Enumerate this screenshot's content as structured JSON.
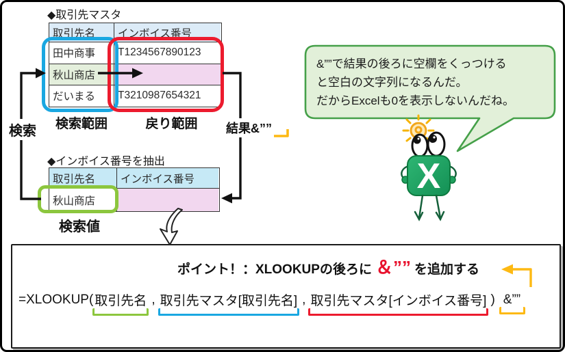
{
  "master_table": {
    "title": "◆取引先マスタ",
    "headers": [
      "取引先名",
      "インボイス番号"
    ],
    "rows": [
      {
        "name": "田中商事",
        "invoice": "T1234567890123"
      },
      {
        "name": "秋山商店",
        "invoice": ""
      },
      {
        "name": "だいまる",
        "invoice": "T3210987654321"
      }
    ]
  },
  "extract_table": {
    "title": "◆インボイス番号を抽出",
    "headers": [
      "取引先名",
      "インボイス番号"
    ],
    "row": {
      "name": "秋山商店",
      "invoice": ""
    }
  },
  "labels": {
    "search_range": "検索範囲",
    "return_range": "戻り範囲",
    "search": "検索",
    "result": "結果&””",
    "search_value": "検索値"
  },
  "bubble": {
    "lines": [
      "&””で結果の後ろに空欄をくっつける",
      "と空白の文字列になるんだ。",
      "だからExcelも0を表示しないんだね。"
    ]
  },
  "mascot": {
    "letter": "X"
  },
  "point": {
    "prefix": "ポイント！：XLOOKUPの後ろに",
    "highlight": "＆””",
    "suffix": "を追加する"
  },
  "formula": {
    "head": "=XLOOKUP(",
    "arg1": "取引先名",
    "comma1": ",",
    "arg2": "取引先マスタ[取引先名]",
    "comma2": ",",
    "arg3": "取引先マスタ[インボイス番号]",
    "close": ")",
    "tail": "&””"
  },
  "colors": {
    "search_range_accent": "#1aa7e1",
    "return_range_accent": "#ec1b2e",
    "search_value_accent": "#8cc63e",
    "result_accent": "#fdb913",
    "highlight_red": "#e8112d",
    "header_blue_1": "#dcebf7",
    "header_blue_2": "#c6e9f6",
    "cell_green": "#e4efdc",
    "cell_pink": "#f2d7ef",
    "bubble_fill": "#e2f0d9",
    "bubble_border": "#45a049",
    "excel_green": "#1fa05e"
  }
}
